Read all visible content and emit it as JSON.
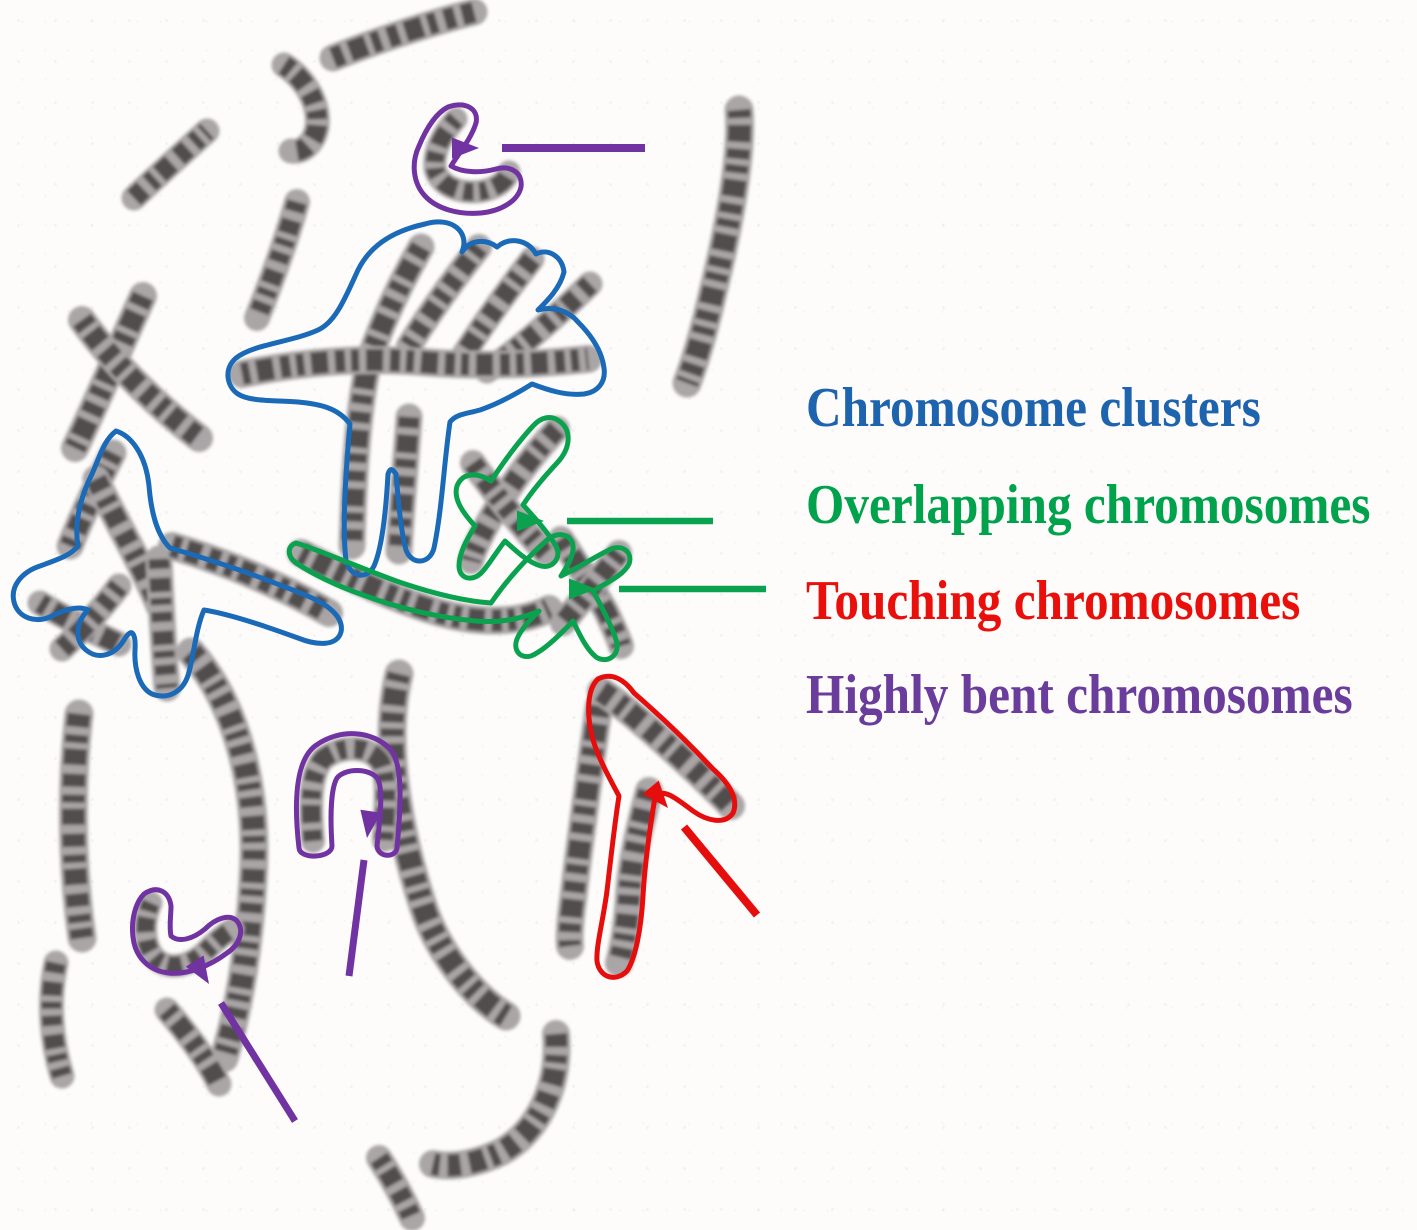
{
  "figure": {
    "kind": "annotated metaphase chromosome spread micrograph",
    "background_color": "#fdfcfb",
    "chromosome_base_color": "#aaa5a6",
    "chromosome_band_color": "#3d3a3b"
  },
  "legend": {
    "position": "right",
    "items": [
      {
        "label": "Chromosome clusters",
        "text_color": "#1e63ae"
      },
      {
        "label": "Overlapping chromosomes",
        "text_color": "#00a24c"
      },
      {
        "label": "Touching chromosomes",
        "text_color": "#e90f0b"
      },
      {
        "label": "Highly bent chromosomes",
        "text_color": "#6a3c9b"
      }
    ]
  },
  "categories": [
    {
      "id": "clusters",
      "label": "Chromosome clusters",
      "outline_color": "#1a6ab8",
      "outline_count": 2,
      "arrow_count": 0
    },
    {
      "id": "overlapping",
      "label": "Overlapping chromosomes",
      "outline_color": "#0ba24f",
      "outline_count": 2,
      "arrow_count": 2
    },
    {
      "id": "touching",
      "label": "Touching chromosomes",
      "outline_color": "#e60d0d",
      "outline_count": 1,
      "arrow_count": 1
    },
    {
      "id": "bent",
      "label": "Highly bent chromosomes",
      "outline_color": "#7233a2",
      "outline_count": 3,
      "arrow_count": 3
    }
  ],
  "annotations": {
    "outlines": [
      {
        "name": "cluster-outline-top",
        "category": "clusters"
      },
      {
        "name": "cluster-outline-left",
        "category": "clusters"
      },
      {
        "name": "overlapping-outline-upper-x",
        "category": "overlapping"
      },
      {
        "name": "overlapping-outline-lower",
        "category": "overlapping"
      },
      {
        "name": "touching-outline",
        "category": "touching"
      },
      {
        "name": "bent-outline-top",
        "category": "bent"
      },
      {
        "name": "bent-outline-middle",
        "category": "bent"
      },
      {
        "name": "bent-outline-bottom-left",
        "category": "bent"
      }
    ],
    "arrows": [
      {
        "name": "arrow-bent-top",
        "category": "bent",
        "direction": "left"
      },
      {
        "name": "arrow-overlapping-upper",
        "category": "overlapping",
        "direction": "left"
      },
      {
        "name": "arrow-overlapping-lower",
        "category": "overlapping",
        "direction": "left"
      },
      {
        "name": "arrow-touching",
        "category": "touching",
        "direction": "up-left"
      },
      {
        "name": "arrow-bent-middle",
        "category": "bent",
        "direction": "up"
      },
      {
        "name": "arrow-bent-bottom-left",
        "category": "bent",
        "direction": "up-left"
      }
    ]
  }
}
